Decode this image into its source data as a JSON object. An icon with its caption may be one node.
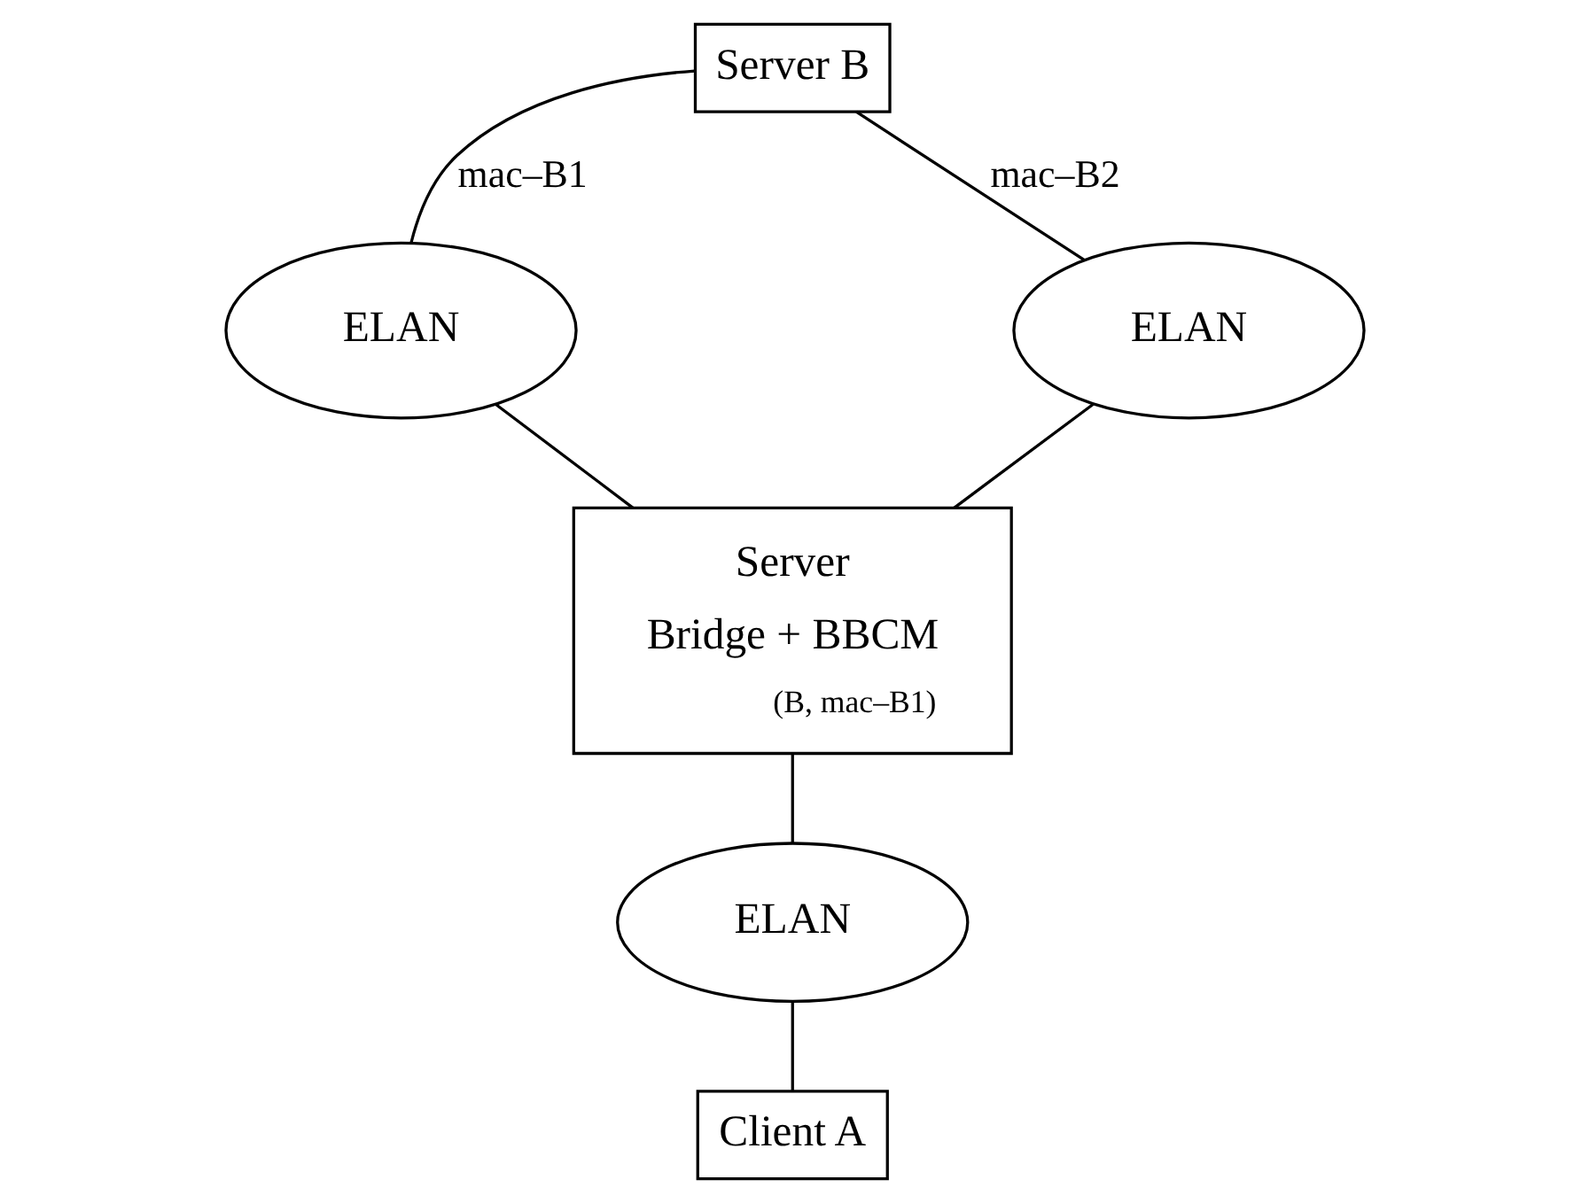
{
  "diagram": {
    "nodes": [
      {
        "text": [
          "Server B"
        ]
      },
      {
        "text": [
          "ELAN"
        ]
      },
      {
        "text": [
          "ELAN"
        ]
      },
      {
        "text": [
          "Server",
          "Bridge + BBCM",
          "(B, mac–B1)"
        ]
      },
      {
        "text": [
          "ELAN"
        ]
      },
      {
        "text": [
          "Client A"
        ]
      }
    ],
    "edges": [
      {
        "from": 0,
        "to": 1,
        "arrow": "none",
        "label": "mac–B1"
      },
      {
        "from": 0,
        "to": 2,
        "arrow": "none",
        "label": "mac–B2"
      },
      {
        "from": 1,
        "to": 3,
        "arrow": "none"
      },
      {
        "from": 2,
        "to": 3,
        "arrow": "none"
      },
      {
        "from": 3,
        "to": 4,
        "arrow": "none"
      },
      {
        "from": 4,
        "to": 5,
        "arrow": "none"
      }
    ]
  }
}
